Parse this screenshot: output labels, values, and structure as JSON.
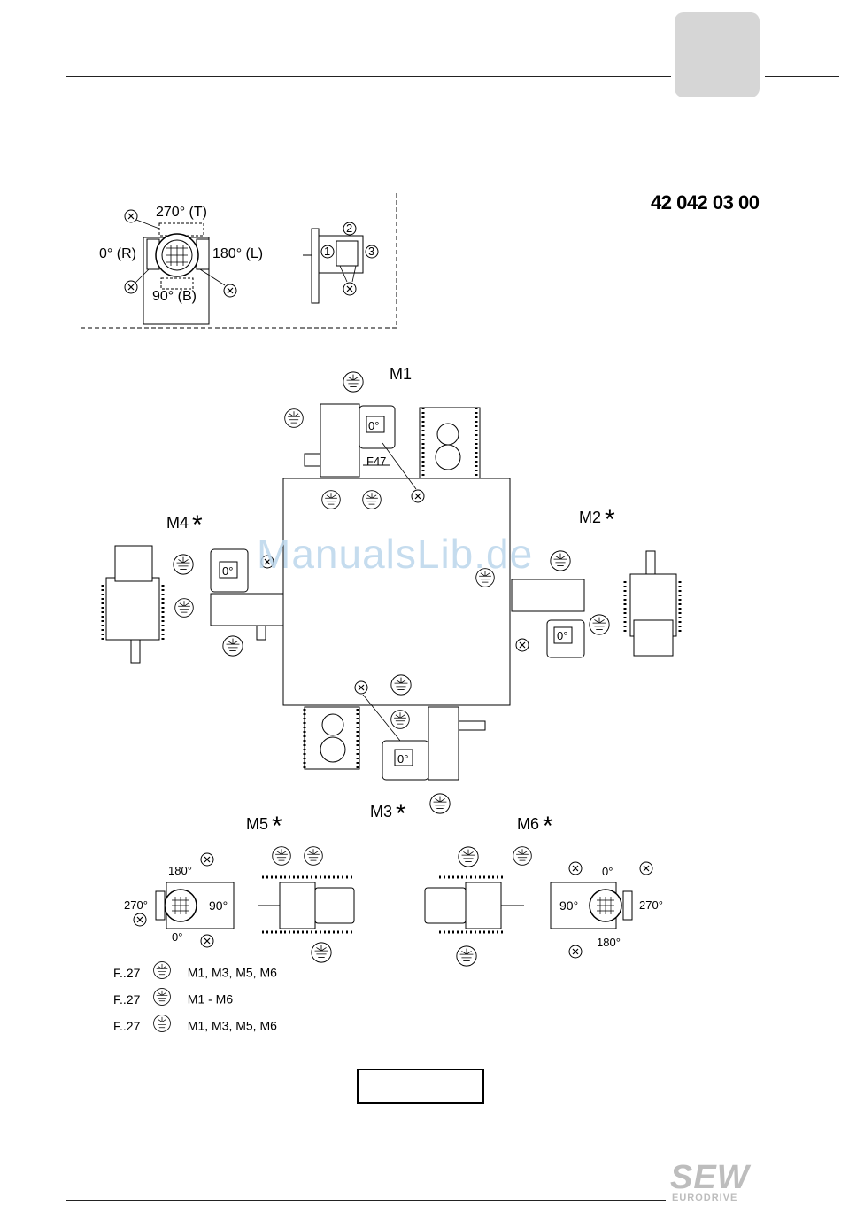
{
  "document_number": "42 042 03 00",
  "reference_diagram": {
    "angle_top": "270° (T)",
    "angle_left": "0° (R)",
    "angle_right": "180° (L)",
    "angle_bottom": "90° (B)",
    "marker_x": "X",
    "positions": [
      "1",
      "2",
      "3"
    ]
  },
  "mounting_positions": {
    "m1": "M1",
    "m2": "M2",
    "m3": "M3",
    "m4": "M4",
    "m5": "M5",
    "m6": "M6",
    "star": "*",
    "f47_label": "F47",
    "zero_deg": "0°"
  },
  "m5_angles": {
    "top": "180°",
    "left": "270°",
    "center": "90°",
    "bottom": "0°"
  },
  "m6_angles": {
    "top": "0°",
    "left": "90°",
    "right": "270°",
    "bottom": "180°"
  },
  "legend": [
    {
      "code": "F..27",
      "positions": "M1, M3, M5, M6"
    },
    {
      "code": "F..27",
      "positions": "M1 - M6"
    },
    {
      "code": "F..27",
      "positions": "M1, M3, M5, M6"
    }
  ],
  "watermark": "ManualsLib.de",
  "logo": {
    "brand": "SEW",
    "sub": "EURODRIVE"
  }
}
